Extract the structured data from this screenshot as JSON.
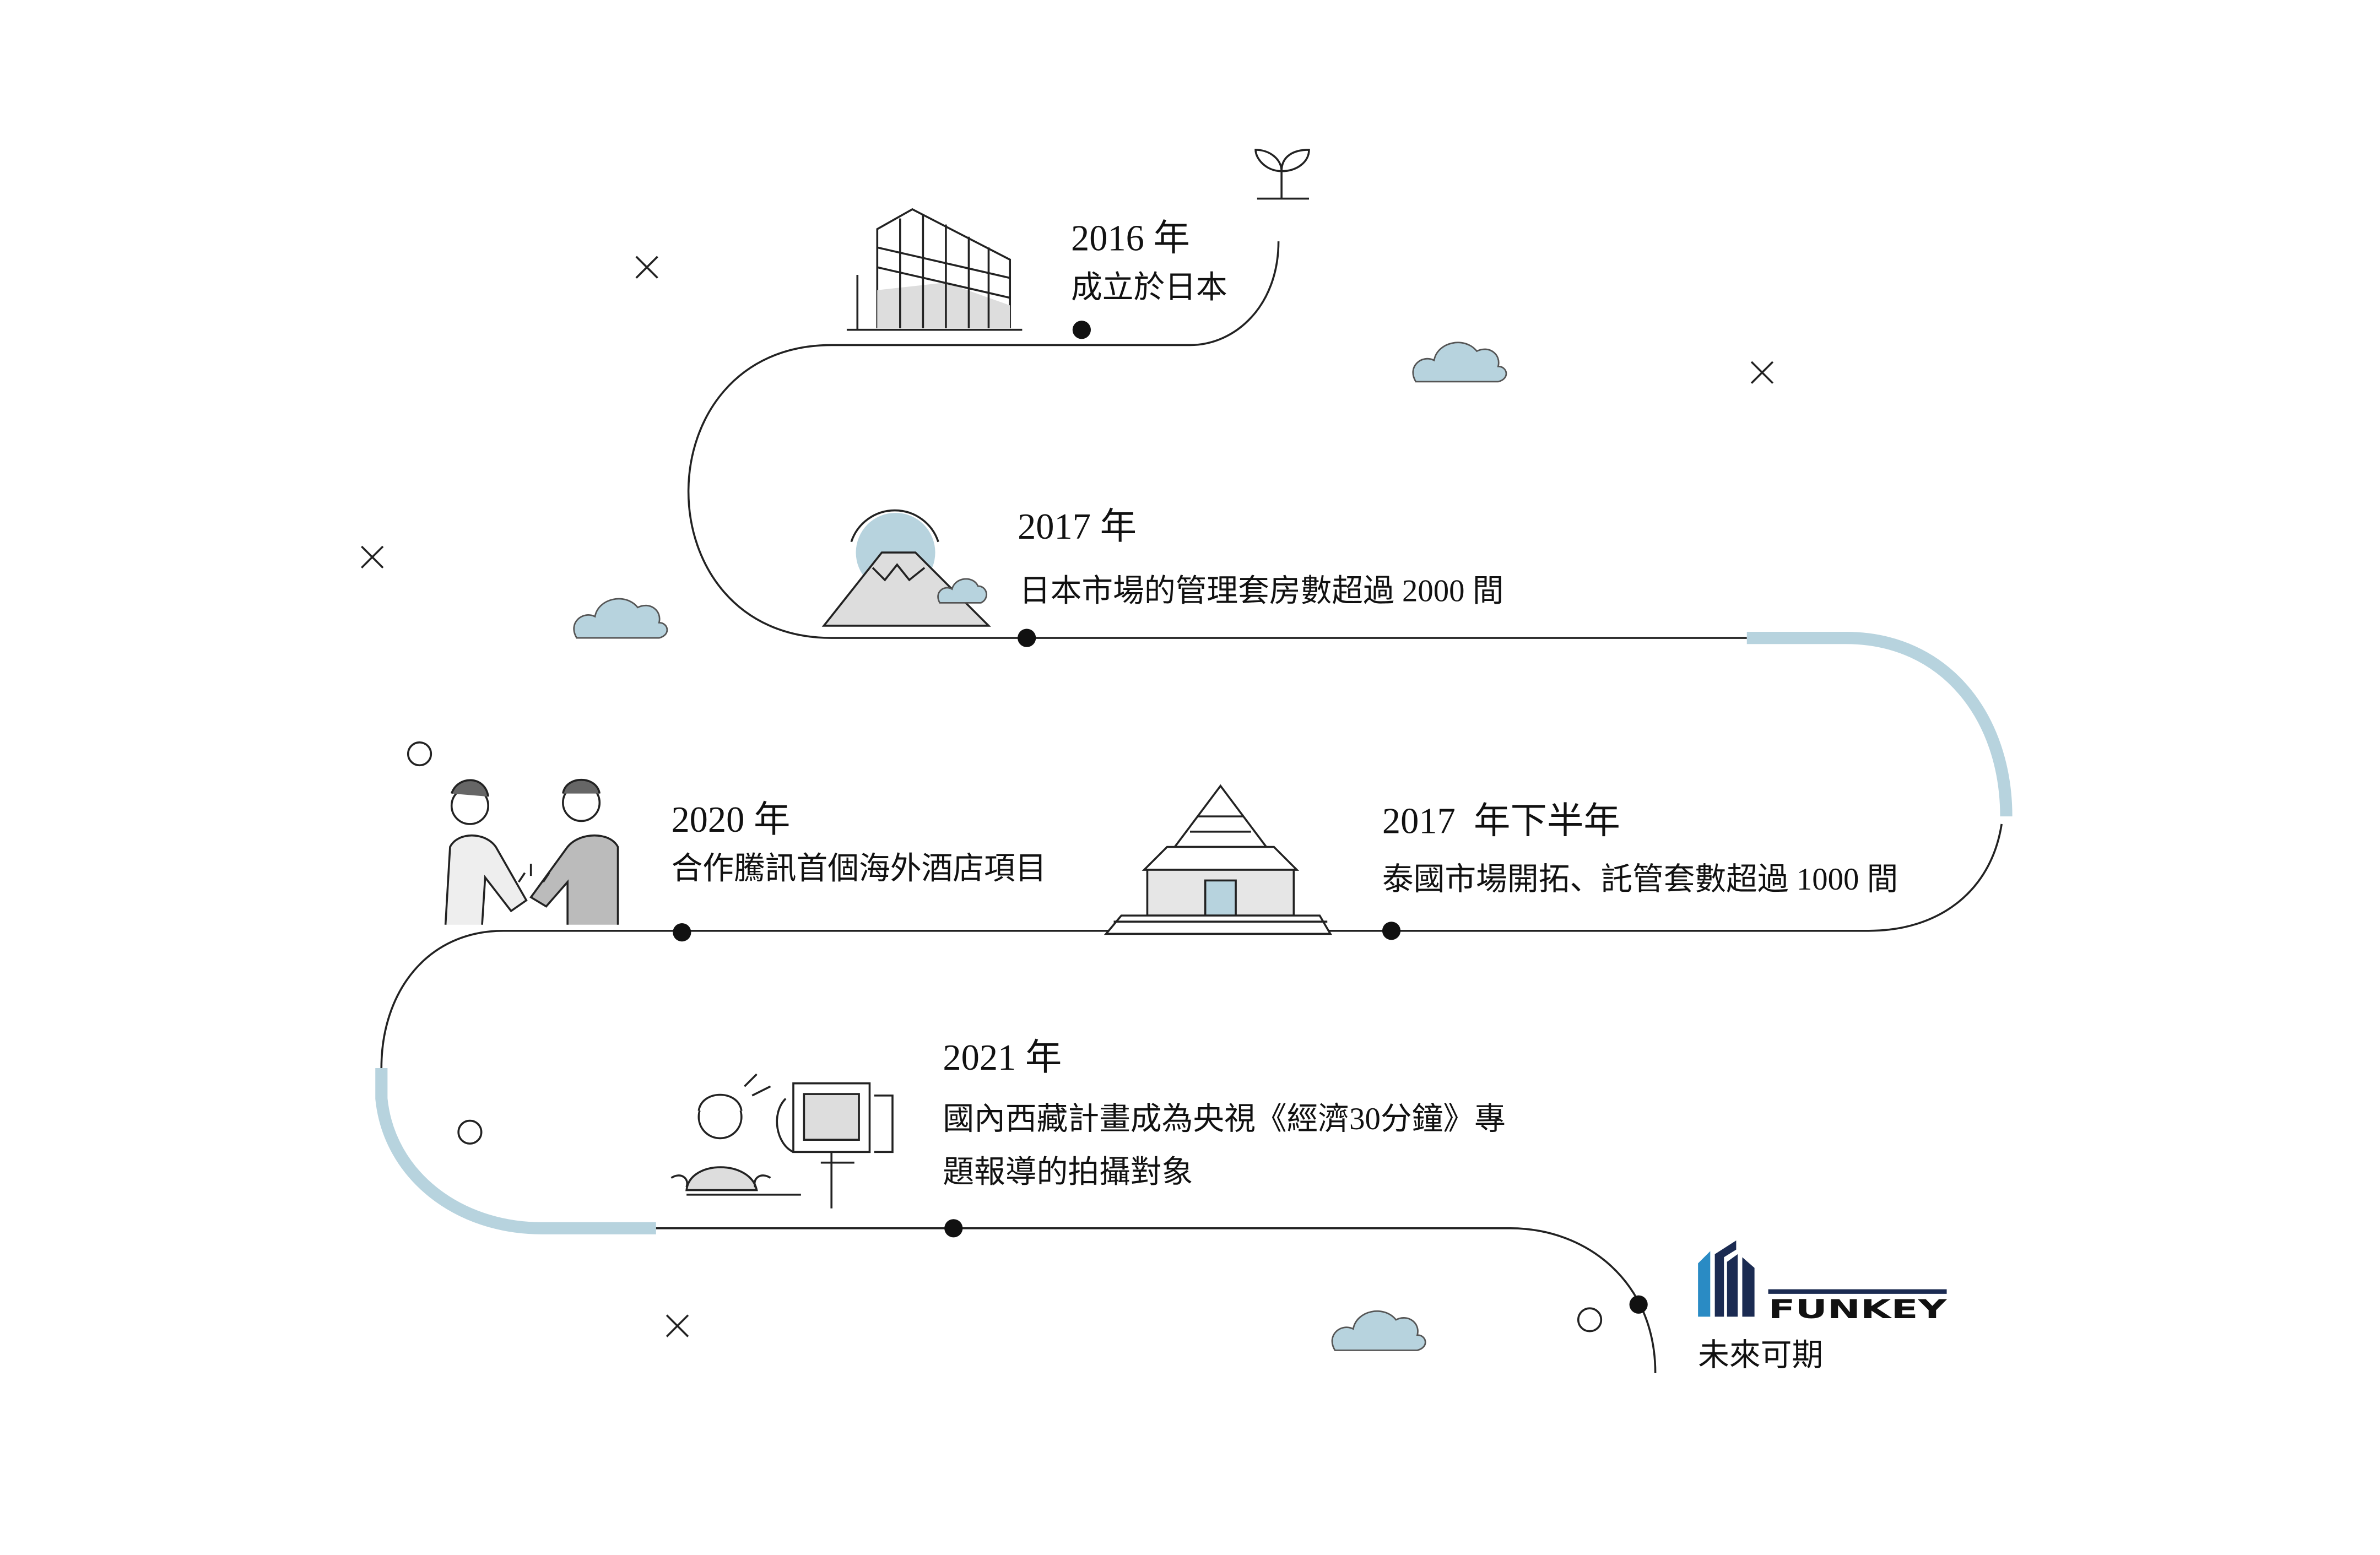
{
  "milestones": [
    {
      "year": "2016 年",
      "lines": [
        "成立於日本"
      ],
      "icon": "office-building-icon"
    },
    {
      "year": "2017 年",
      "lines": [
        "日本市場的管理套房數超過 2000 間"
      ],
      "icon": "mount-fuji-icon"
    },
    {
      "year": "2017  年下半年",
      "lines": [
        "泰國市場開拓、託管套數超過 1000 間"
      ],
      "icon": "thai-temple-icon"
    },
    {
      "year": "2020 年",
      "lines": [
        "合作騰訊首個海外酒店項目"
      ],
      "icon": "handshake-icon"
    },
    {
      "year": "2021 年",
      "lines": [
        "國內西藏計畫成為央視《經濟30分鐘》專",
        "題報導的拍攝對象"
      ],
      "icon": "camera-interview-icon"
    }
  ],
  "ending": {
    "logo_text": "FUNKEY",
    "caption": "未來可期"
  },
  "colors": {
    "line": "#222222",
    "accent": "#b7d3de",
    "logo_dark": "#1b2b52",
    "logo_light": "#2a8bc4"
  }
}
